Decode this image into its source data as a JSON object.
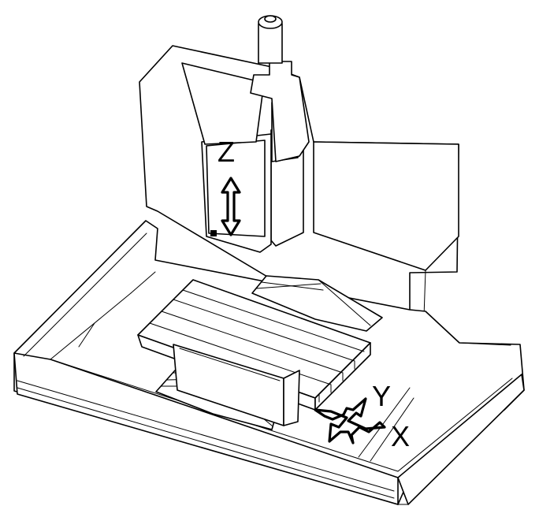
{
  "axes": {
    "z_label": "Z",
    "y_label": "Y",
    "x_label": "X"
  },
  "colors": {
    "line": "#000000",
    "fill": "#ffffff"
  }
}
